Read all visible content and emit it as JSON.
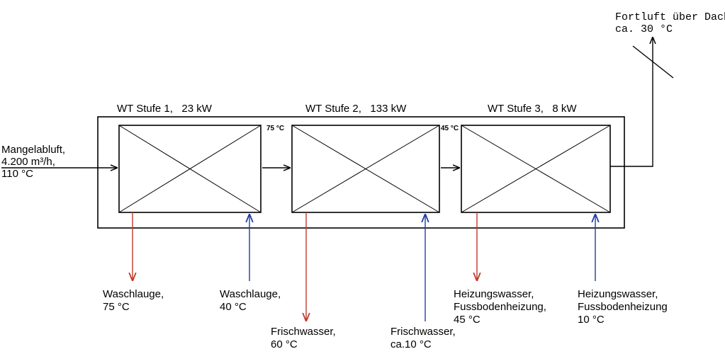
{
  "title": "",
  "colors": {
    "line": "#000000",
    "hot": "#c0392b",
    "cold": "#1f3f9f"
  },
  "stages": [
    {
      "label": "WT Stufe 1,   23 kW"
    },
    {
      "label": "WT Stufe 2,   133 kW"
    },
    {
      "label": "WT Stufe 3,   8 kW"
    }
  ],
  "temps": {
    "t1": "75 °C",
    "t2": "45 °C"
  },
  "inlet": {
    "line1": "Mangelabluft,",
    "line2": "4.200 m³/h,",
    "line3": "110 °C"
  },
  "outlet": {
    "line1": "Fortluft über Dach",
    "line2": "ca. 30 °C"
  },
  "flows": [
    {
      "line1": "Waschlauge,",
      "line2": "75 °C"
    },
    {
      "line1": "Waschlauge,",
      "line2": "40 °C"
    },
    {
      "line1": "Frischwasser,",
      "line2": "60 °C"
    },
    {
      "line1": "Frischwasser,",
      "line2": "ca.10 °C"
    },
    {
      "line1": "Heizungswasser,",
      "line2": "Fussbodenheizung,",
      "line3": "45 °C"
    },
    {
      "line1": "Heizungswasser,",
      "line2": "Fussbodenheizung",
      "line3": "10 °C"
    }
  ]
}
